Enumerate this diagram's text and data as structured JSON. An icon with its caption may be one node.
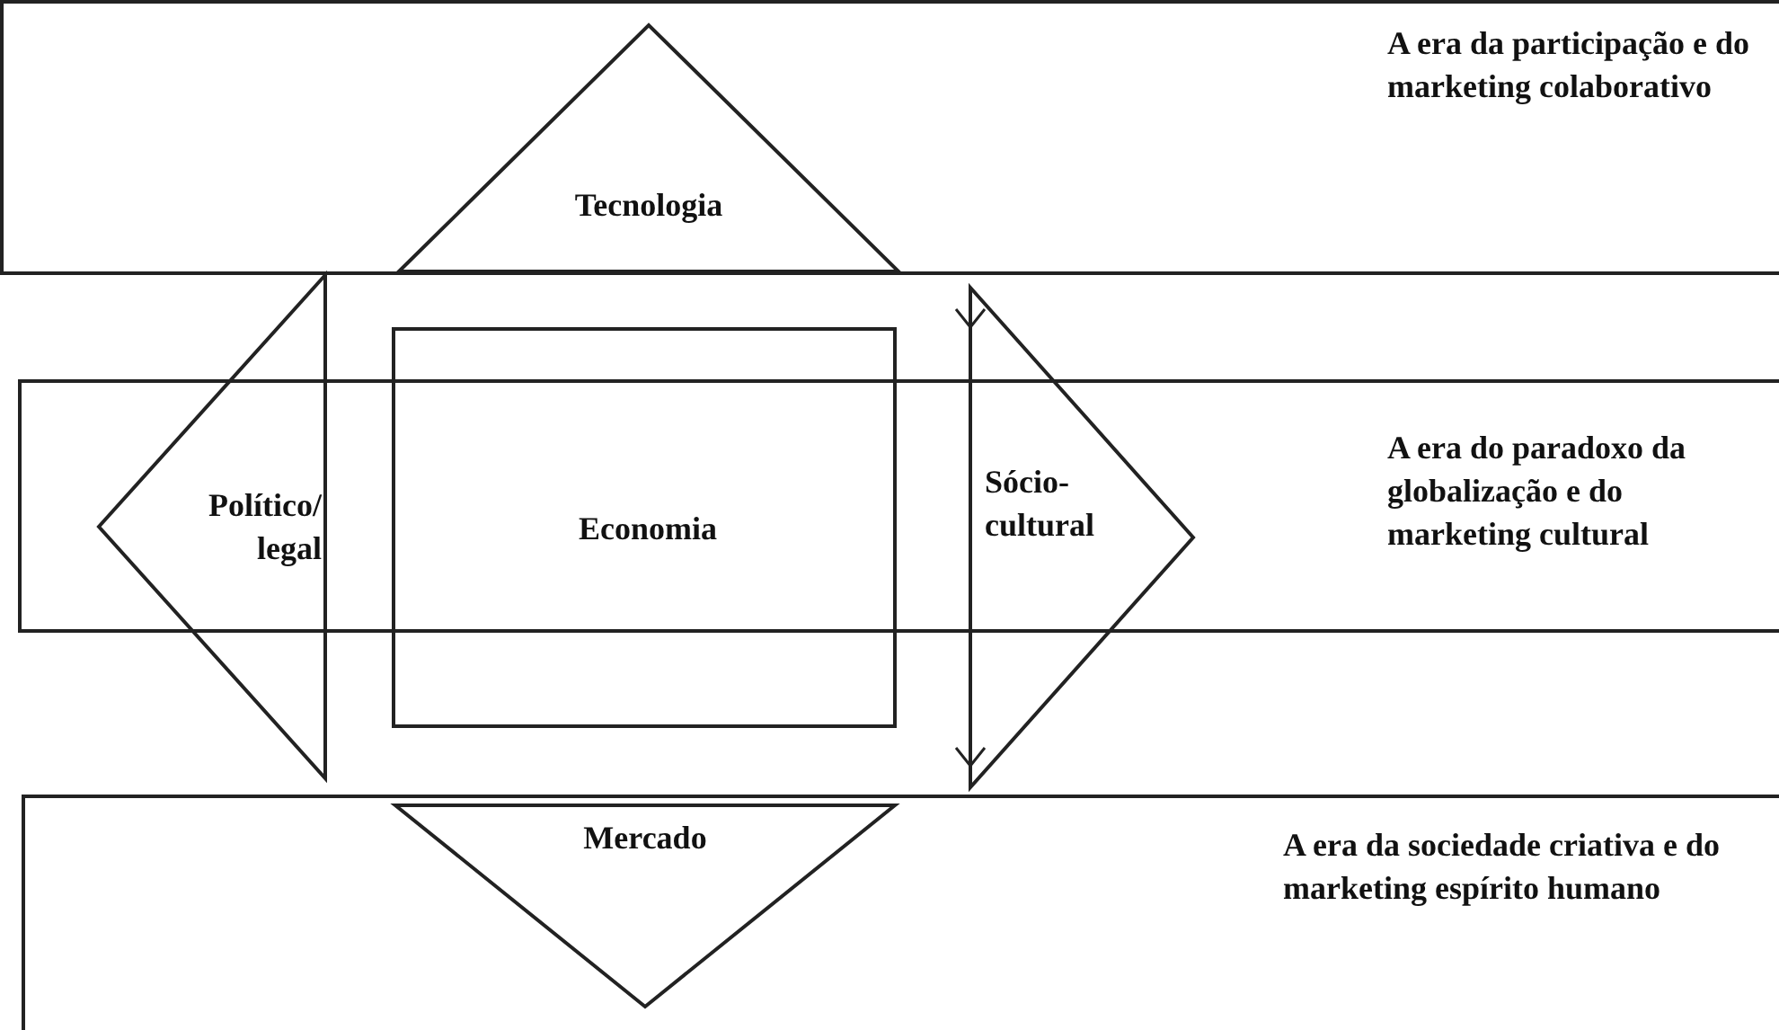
{
  "diagram": {
    "nodes": [
      {
        "text": [
          "A era da participação e do marketing colaborativo"
        ]
      },
      {
        "text": [
          "Tecnologia"
        ],
        "in": 0
      },
      {
        "text": [
          "A era do paradoxo da globalização e do marketing cultural"
        ]
      },
      {
        "text": [
          "Político/ legal"
        ]
      },
      {
        "text": [
          "Economia"
        ]
      },
      {
        "text": [
          "Sócio- cultural"
        ]
      },
      {
        "text": [
          "A era da sociedade criativa e do marketing espírito humano"
        ]
      },
      {
        "text": [
          "Mercado"
        ],
        "in": 6
      }
    ]
  }
}
